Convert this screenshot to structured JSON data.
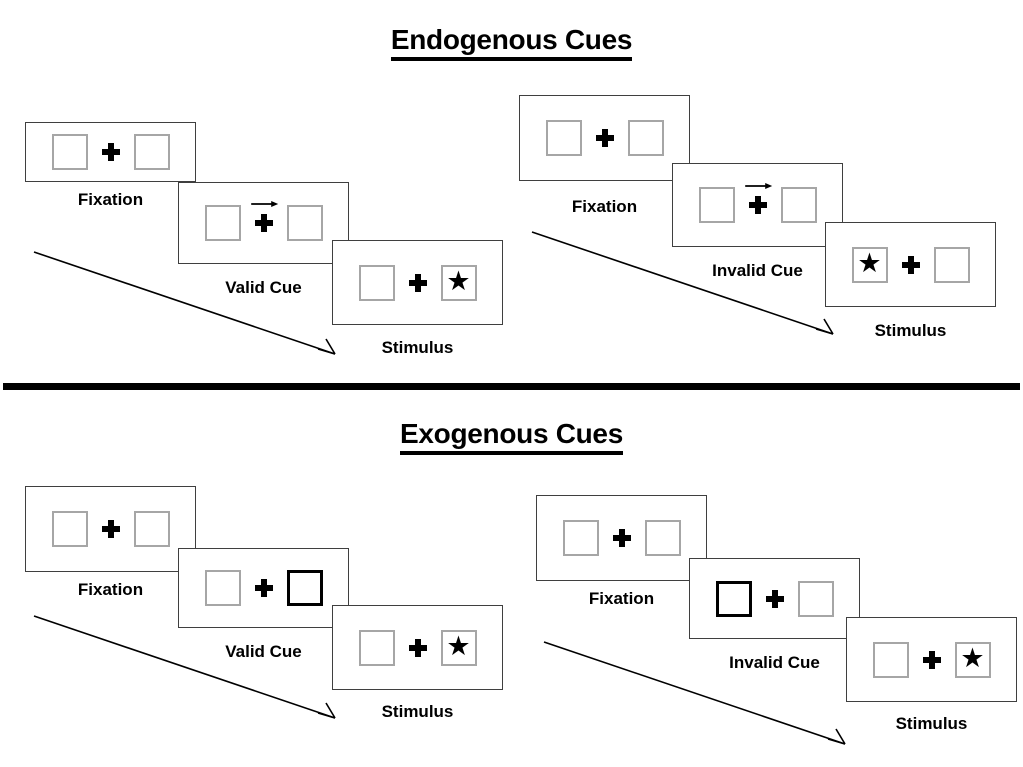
{
  "figure": {
    "title_top": "Endogenous Cues",
    "title_bottom": "Exogenous Cues"
  },
  "colors": {
    "frame": "#3f3f3f",
    "box_border": "#a6a6a6",
    "cued_box_border": "#000000",
    "stimulus": "#000000",
    "background": "#ffffff"
  },
  "glyphs": {
    "star": "★",
    "arrow_right": "→",
    "plus": "✚"
  },
  "sections": [
    {
      "id": "endogenous",
      "title": "Endogenous Cues",
      "sequences": [
        {
          "id": "endogenous-valid",
          "cue_type": "arrow",
          "panels": [
            {
              "caption": "Fixation",
              "left_box": "empty",
              "right_box": "empty",
              "cue": "none"
            },
            {
              "caption": "Valid Cue",
              "left_box": "empty",
              "right_box": "empty",
              "cue": "arrow-right"
            },
            {
              "caption": "Stimulus",
              "left_box": "empty",
              "right_box": "star",
              "cue": "none"
            }
          ]
        },
        {
          "id": "endogenous-invalid",
          "cue_type": "arrow",
          "panels": [
            {
              "caption": "Fixation",
              "left_box": "empty",
              "right_box": "empty",
              "cue": "none"
            },
            {
              "caption": "Invalid Cue",
              "left_box": "empty",
              "right_box": "empty",
              "cue": "arrow-right"
            },
            {
              "caption": "Stimulus",
              "left_box": "star",
              "right_box": "empty",
              "cue": "none"
            }
          ]
        }
      ]
    },
    {
      "id": "exogenous",
      "title": "Exogenous Cues",
      "sequences": [
        {
          "id": "exogenous-valid",
          "cue_type": "box-highlight",
          "panels": [
            {
              "caption": "Fixation",
              "left_box": "empty",
              "right_box": "empty",
              "cue": "none"
            },
            {
              "caption": "Valid Cue",
              "left_box": "empty",
              "right_box": "cued",
              "cue": "none"
            },
            {
              "caption": "Stimulus",
              "left_box": "empty",
              "right_box": "star",
              "cue": "none"
            }
          ]
        },
        {
          "id": "exogenous-invalid",
          "cue_type": "box-highlight",
          "panels": [
            {
              "caption": "Fixation",
              "left_box": "empty",
              "right_box": "empty",
              "cue": "none"
            },
            {
              "caption": "Invalid Cue",
              "left_box": "cued",
              "right_box": "empty",
              "cue": "none"
            },
            {
              "caption": "Stimulus",
              "left_box": "empty",
              "right_box": "star",
              "cue": "none"
            }
          ]
        }
      ]
    }
  ],
  "labels": {
    "top_left_p1": "Fixation",
    "top_left_p2": "Valid Cue",
    "top_left_p3": "Stimulus",
    "top_right_p1": "Fixation",
    "top_right_p2": "Invalid Cue",
    "top_right_p3": "Stimulus",
    "bottom_left_p1": "Fixation",
    "bottom_left_p2": "Valid Cue",
    "bottom_left_p3": "Stimulus",
    "bottom_right_p1": "Fixation",
    "bottom_right_p2": "Invalid Cue",
    "bottom_right_p3": "Stimulus"
  }
}
